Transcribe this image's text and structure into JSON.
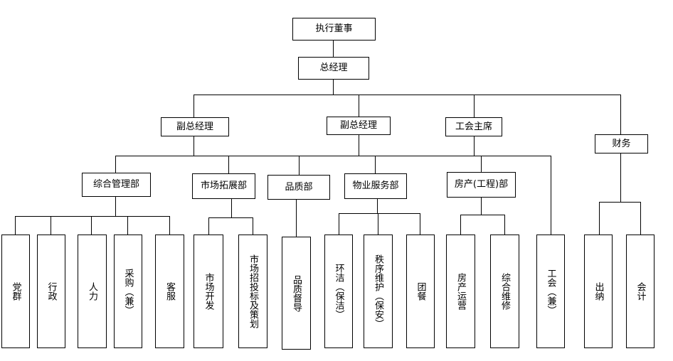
{
  "top": {
    "executive_director": "执行董事",
    "general_manager": "总经理"
  },
  "level2": {
    "deputy_gm_left": "副总经理",
    "deputy_gm_mid": "副总经理",
    "union_chair": "工会主席",
    "finance": "财务"
  },
  "departments": {
    "general_admin": "综合管理部",
    "market_dev": "市场拓展部",
    "quality": "品质部",
    "property_service": "物业服务部",
    "real_estate": "房产(工程)部"
  },
  "units": {
    "party_mass": "党群",
    "administration": "行政",
    "hr": "人力",
    "purchasing": "采购（兼）",
    "customer_service": "客服",
    "market_dev": "市场开发",
    "tender_planning": "市场招投标及策划",
    "quality_supervision": "品质督导",
    "cleaning": "环洁（保洁）",
    "security": "秩序维护（保安）",
    "catering": "团餐",
    "property_ops": "房产运营",
    "maintenance": "综合维修",
    "union": "工会（兼）",
    "cashier": "出纳",
    "accounting": "会计"
  }
}
